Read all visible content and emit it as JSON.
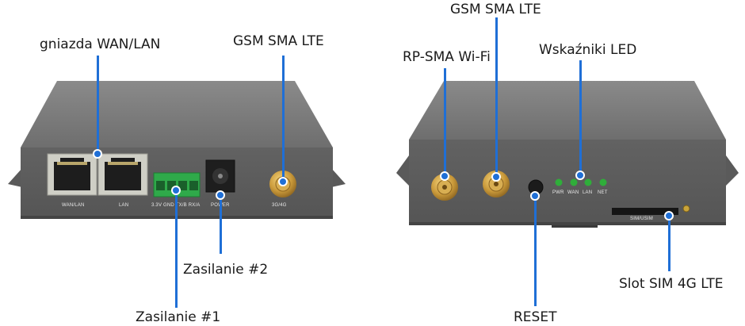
{
  "callouts": {
    "wan_lan_ports": "gniazda WAN/LAN",
    "gsm_sma_left": "GSM SMA LTE",
    "power_1": "Zasilanie #1",
    "power_2": "Zasilanie #2",
    "gsm_sma_right": "GSM SMA LTE",
    "rp_sma_wifi": "RP-SMA Wi-Fi",
    "led_indicators": "Wskaźniki LED",
    "reset": "RESET",
    "sim_slot": "Slot SIM 4G LTE"
  },
  "front_panel": {
    "port_wan": "WAN/LAN",
    "port_lan": "LAN",
    "terminal": "3.3V GND TX/B RX/A",
    "power": "POWER",
    "antenna": "3G/4G"
  },
  "rear_panel": {
    "led_pwr": "PWR",
    "led_wan": "WAN",
    "led_lan": "LAN",
    "led_net": "NET",
    "sim": "SIM/USIM"
  },
  "colors": {
    "leader": "#1f6fd6",
    "case": "#6b6b6b",
    "led": "#2fae3a",
    "terminal_block": "#2faa4a"
  }
}
